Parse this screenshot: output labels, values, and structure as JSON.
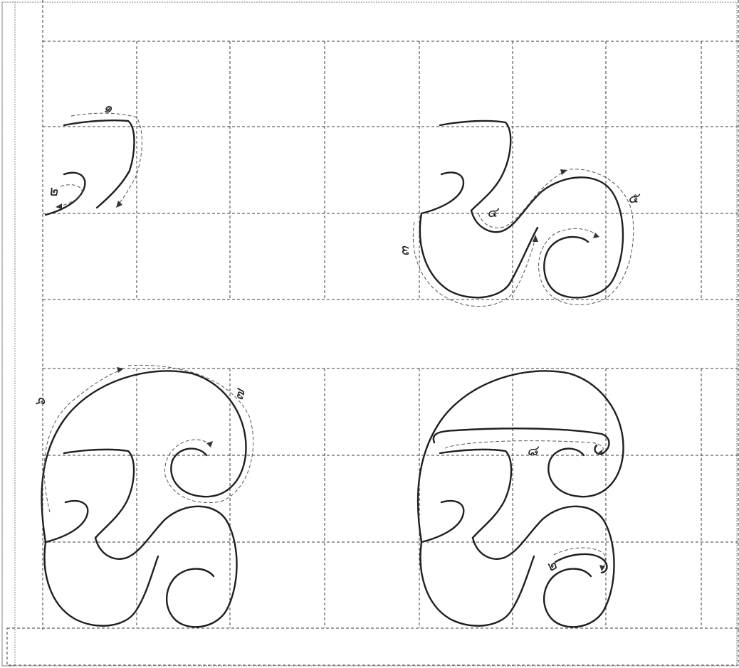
{
  "figure": {
    "description_hidden": "",
    "step_numbers": {
      "n1": "๑",
      "n2": "๒",
      "n3": "๓",
      "n4": "๔",
      "n5": "๕",
      "n6": "๖",
      "n7": "๗",
      "n8": "๘"
    },
    "colors": {
      "stroke": "#1f1f1f",
      "guide": "#555555",
      "grid": "#3a3a3a"
    }
  }
}
